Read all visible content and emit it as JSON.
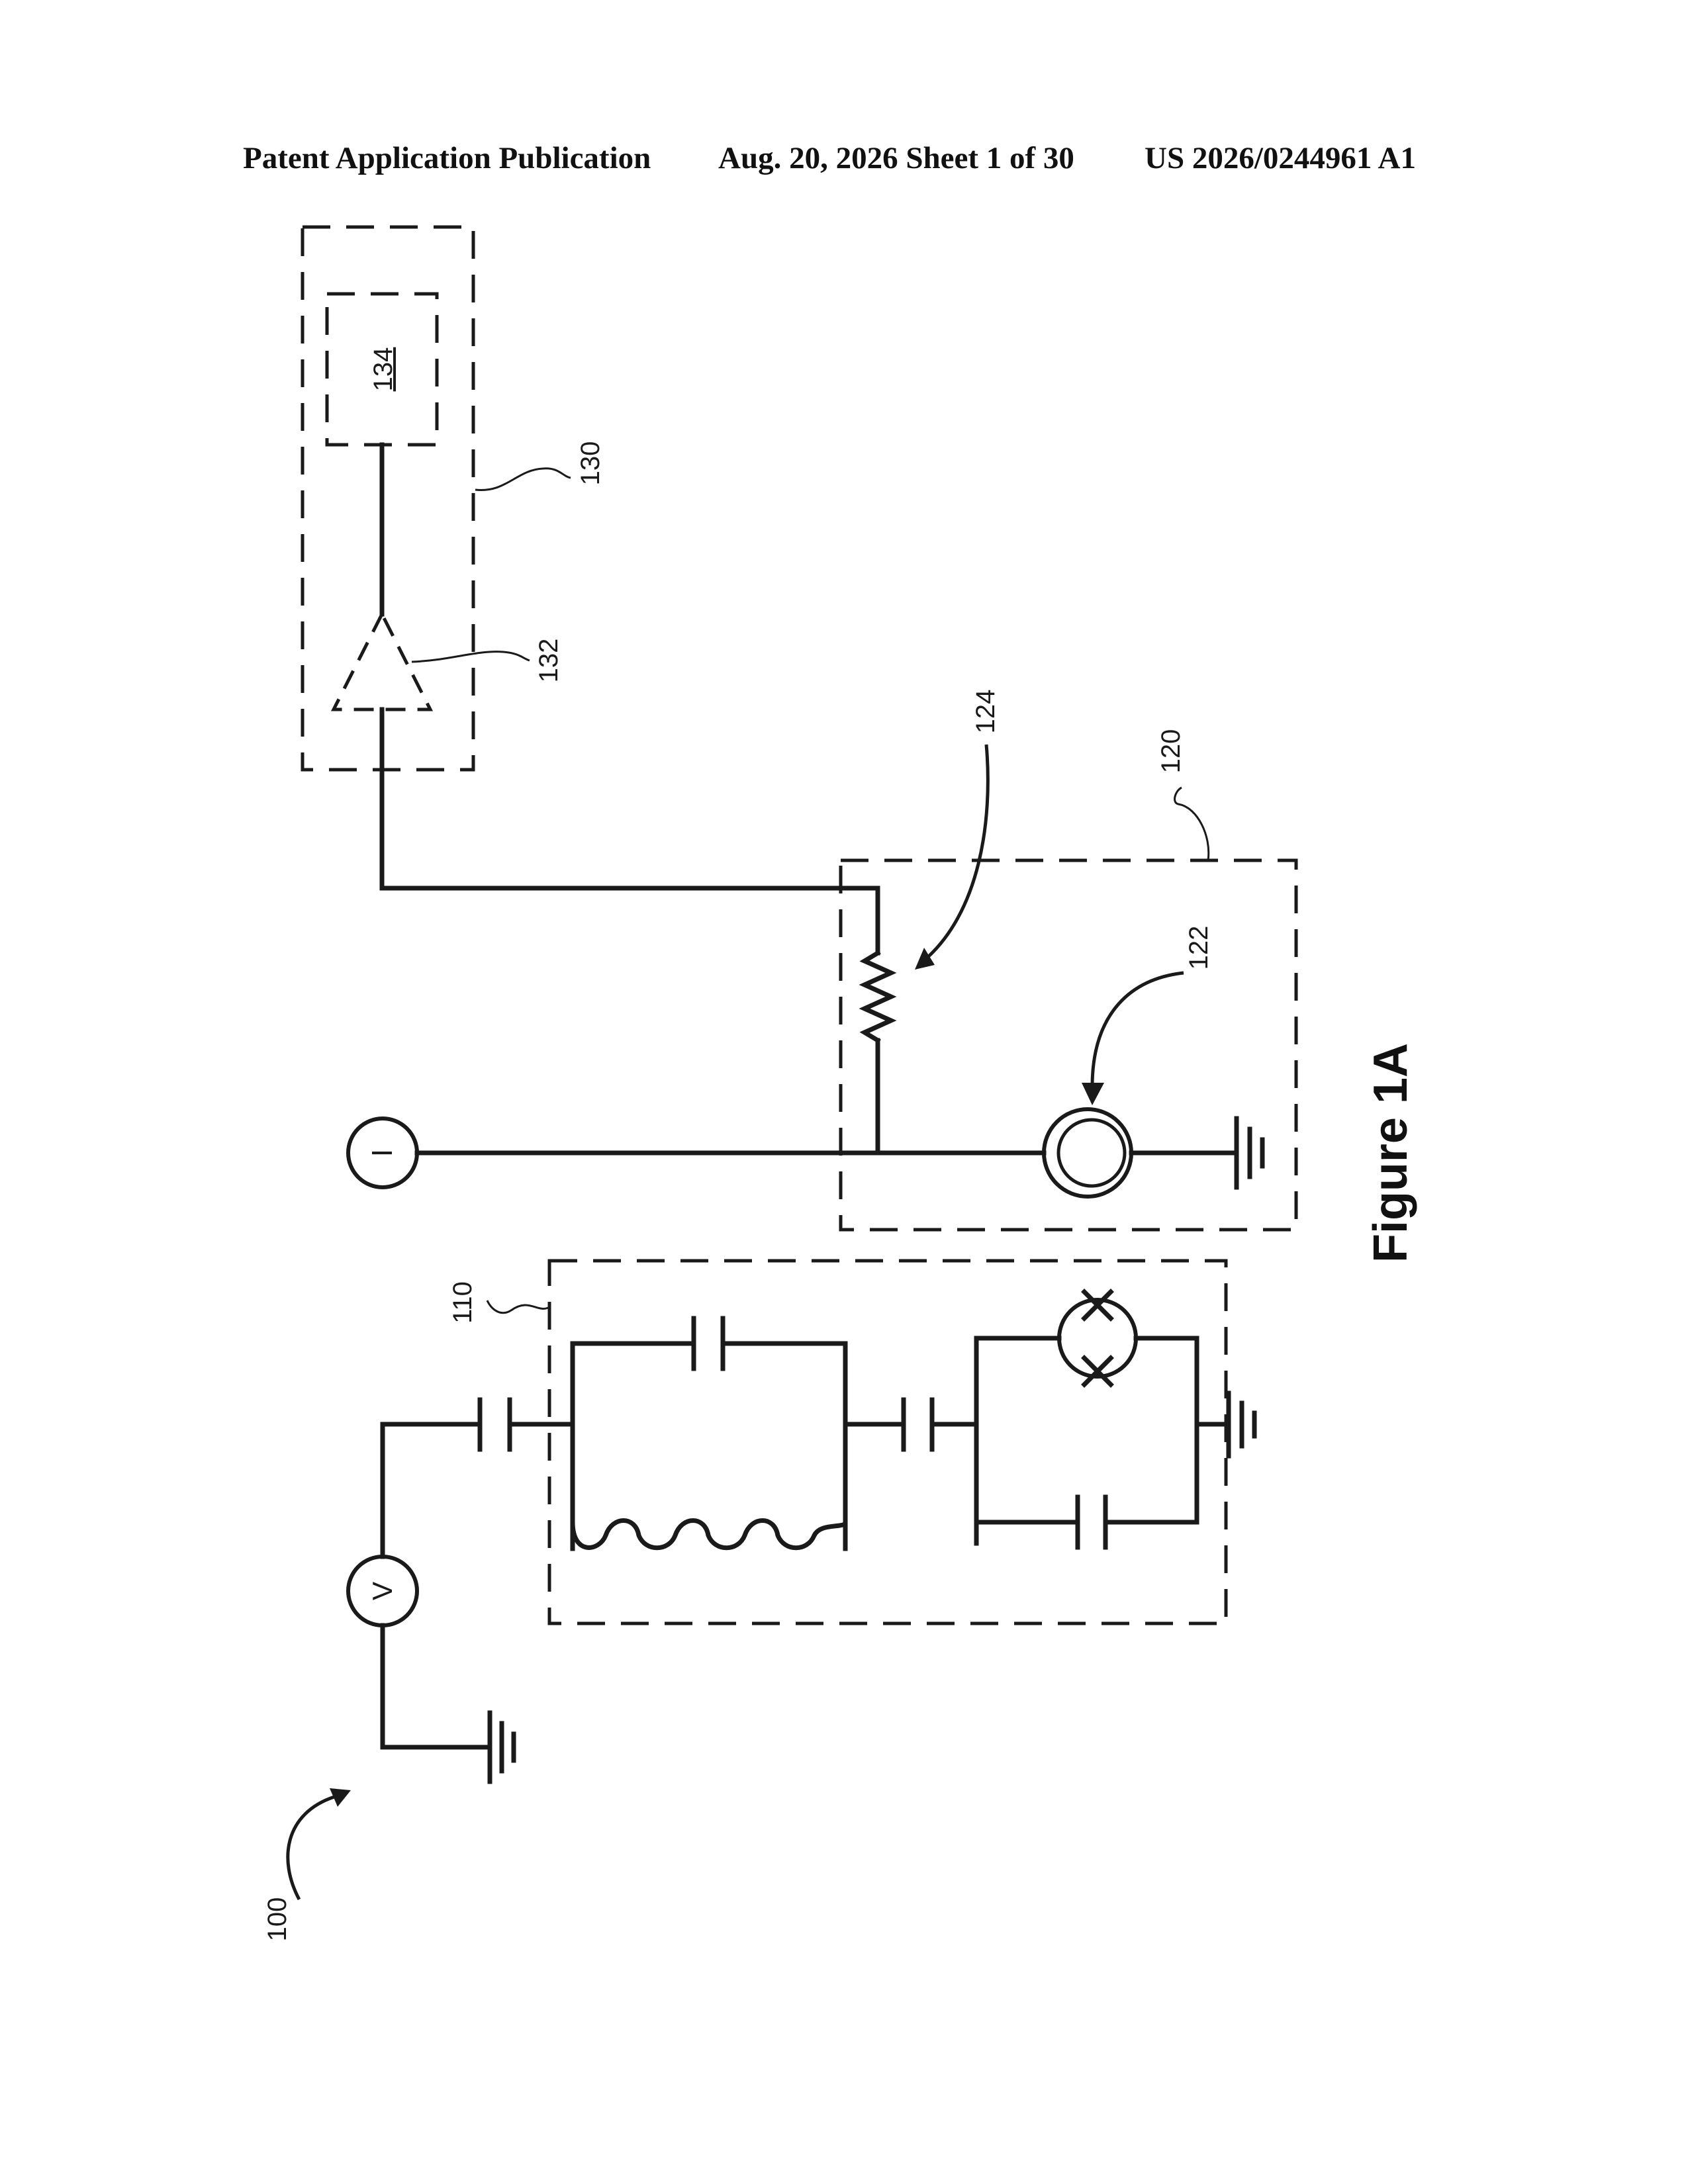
{
  "header": {
    "publication": "Patent Application Publication",
    "date_sheet": "Aug. 20, 2026  Sheet 1 of 30",
    "number": "US 2026/0244961 A1"
  },
  "figure": {
    "title": "Figure 1A",
    "labels": {
      "system": "100",
      "circuit_110": "110",
      "block_120": "120",
      "element_122": "122",
      "resistor_124": "124",
      "block_130": "130",
      "amplifier_132": "132",
      "block_134": "134"
    },
    "sources": {
      "current": "I",
      "voltage": "V"
    }
  }
}
